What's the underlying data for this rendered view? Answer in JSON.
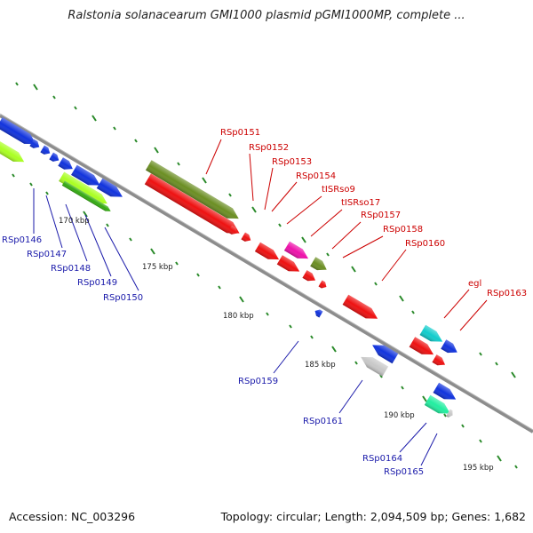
{
  "title": "Ralstonia solanacearum GMI1000 plasmid pGMI1000MP, complete ...",
  "footer": {
    "accession": "Accession: NC_003296",
    "summary": "Topology: circular; Length: 2,094,509 bp; Genes: 1,682"
  },
  "colors": {
    "backbone": "#8c8c8c",
    "tick": "#2a8a2a",
    "label_red": "#cc0000",
    "label_blue": "#1a1aaa",
    "label_kbp": "#222222"
  },
  "kbp_labels": [
    {
      "text": "170 kbp",
      "kbp": 170
    },
    {
      "text": "175 kbp",
      "kbp": 175
    },
    {
      "text": "180 kbp",
      "kbp": 180
    },
    {
      "text": "185 kbp",
      "kbp": 185
    },
    {
      "text": "190 kbp",
      "kbp": 190
    },
    {
      "text": "195 kbp",
      "kbp": 195
    }
  ],
  "gene_labels": [
    {
      "text": "RSp0146",
      "strand": "-"
    },
    {
      "text": "RSp0147",
      "strand": "-"
    },
    {
      "text": "RSp0148",
      "strand": "-"
    },
    {
      "text": "RSp0149",
      "strand": "-"
    },
    {
      "text": "RSp0150",
      "strand": "-"
    },
    {
      "text": "RSp0151",
      "strand": "+"
    },
    {
      "text": "RSp0152",
      "strand": "+"
    },
    {
      "text": "RSp0153",
      "strand": "+"
    },
    {
      "text": "RSp0154",
      "strand": "+"
    },
    {
      "text": "tISRso9",
      "strand": "+"
    },
    {
      "text": "tISRso17",
      "strand": "+"
    },
    {
      "text": "RSp0157",
      "strand": "+"
    },
    {
      "text": "RSp0158",
      "strand": "+"
    },
    {
      "text": "RSp0160",
      "strand": "+"
    },
    {
      "text": "egl",
      "strand": "+"
    },
    {
      "text": "RSp0163",
      "strand": "+"
    },
    {
      "text": "RSp0159",
      "strand": "-"
    },
    {
      "text": "RSp0161",
      "strand": "-"
    },
    {
      "text": "RSp0164",
      "strand": "-"
    },
    {
      "text": "RSp0165",
      "strand": "-"
    }
  ],
  "feature_colors": {
    "olive": "#6b8e23",
    "red": "#ee1111",
    "blue": "#1133dd",
    "green": "#33aa11",
    "lime": "#aaff22",
    "magenta": "#ee11aa",
    "cyan": "#11cccc",
    "mint": "#22eea0",
    "grey": "#c8c8c8"
  }
}
